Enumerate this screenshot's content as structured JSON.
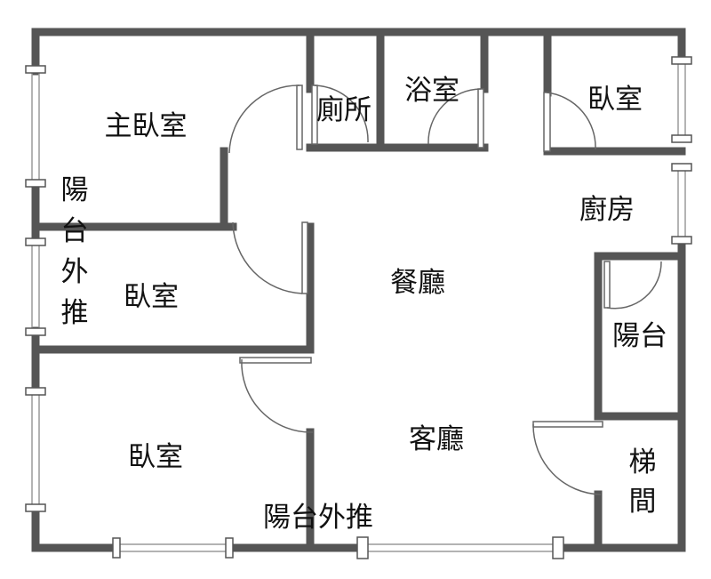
{
  "rooms": {
    "master_bedroom": "主臥室",
    "toilet": "廁所",
    "bathroom": "浴室",
    "bedroom_top_right": "臥室",
    "kitchen": "廚房",
    "balcony_left": [
      "陽",
      "台",
      "外",
      "推"
    ],
    "bedroom_middle": "臥室",
    "dining_room": "餐廳",
    "balcony_right": "陽台",
    "bedroom_bottom": "臥室",
    "living_room": "客廳",
    "stairwell": [
      "梯",
      "間"
    ],
    "balcony_bottom": "陽台外推"
  },
  "colors": {
    "wall": "#555555",
    "window": "#9a9a9a",
    "text": "#111111",
    "background": "#ffffff"
  }
}
